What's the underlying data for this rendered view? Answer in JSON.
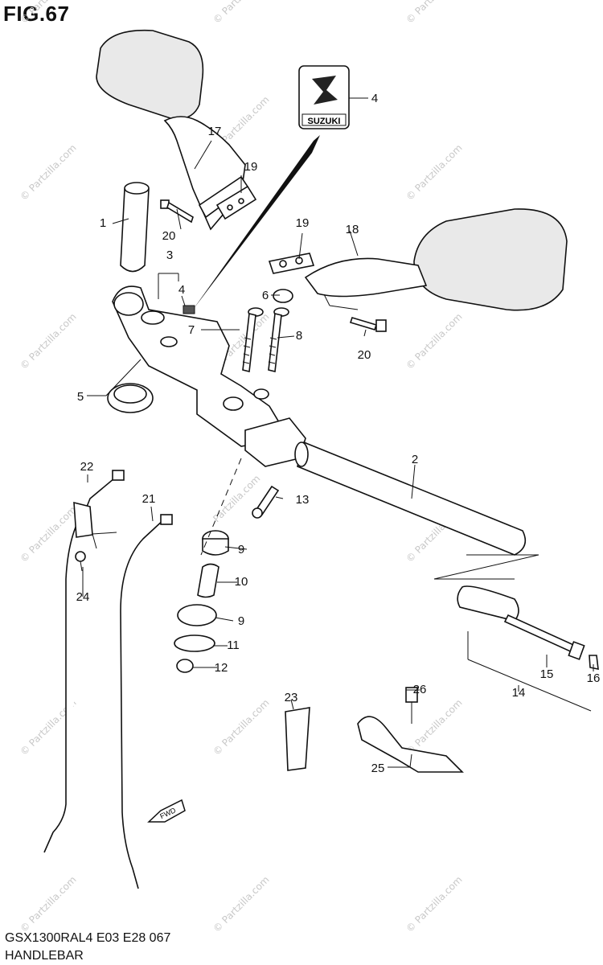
{
  "figure": {
    "title": "FIG.67",
    "footer_code": "GSX1300RAL4  E03  E28  067",
    "footer_name": "HANDLEBAR"
  },
  "callouts": [
    "1",
    "2",
    "3",
    "4",
    "4",
    "5",
    "6",
    "7",
    "8",
    "9",
    "9",
    "10",
    "11",
    "12",
    "13",
    "14",
    "15",
    "16",
    "17",
    "18",
    "19",
    "19",
    "20",
    "20",
    "21",
    "22",
    "23",
    "24",
    "25",
    "26"
  ],
  "logo": {
    "text": "SUZUKI"
  },
  "arrow_label": "FWD",
  "watermarks": [
    "© Partzilla.com",
    "Partzilla.com"
  ]
}
